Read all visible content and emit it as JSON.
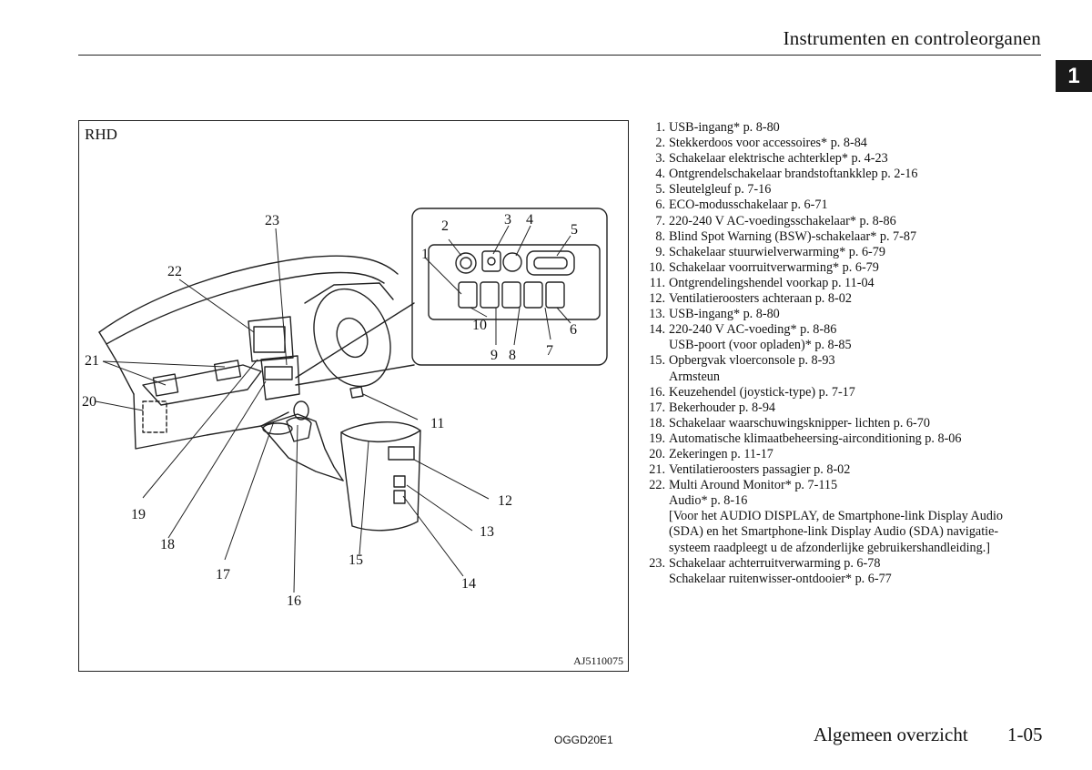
{
  "header": {
    "title": "Instrumenten en controleorganen",
    "chapter": "1"
  },
  "figure": {
    "label": "RHD",
    "code": "AJ5110075",
    "callouts": [
      "1",
      "2",
      "3",
      "4",
      "5",
      "6",
      "7",
      "8",
      "9",
      "10",
      "11",
      "12",
      "13",
      "14",
      "15",
      "16",
      "17",
      "18",
      "19",
      "20",
      "21",
      "22",
      "23"
    ]
  },
  "legend": [
    {
      "num": "1.",
      "lines": [
        "USB-ingang* p. 8-80"
      ]
    },
    {
      "num": "2.",
      "lines": [
        "Stekkerdoos voor accessoires* p. 8-84"
      ]
    },
    {
      "num": "3.",
      "lines": [
        "Schakelaar elektrische achterklep* p. 4-23"
      ]
    },
    {
      "num": "4.",
      "lines": [
        "Ontgrendelschakelaar brandstoftankklep p. 2-16"
      ]
    },
    {
      "num": "5.",
      "lines": [
        "Sleutelgleuf p. 7-16"
      ]
    },
    {
      "num": "6.",
      "lines": [
        "ECO-modusschakelaar p. 6-71"
      ]
    },
    {
      "num": "7.",
      "lines": [
        "220-240 V AC-voedingsschakelaar* p. 8-86"
      ]
    },
    {
      "num": "8.",
      "lines": [
        "Blind Spot Warning (BSW)-schakelaar* p. 7-87"
      ]
    },
    {
      "num": "9.",
      "lines": [
        "Schakelaar stuurwielverwarming* p. 6-79"
      ]
    },
    {
      "num": "10.",
      "lines": [
        "Schakelaar voorruitverwarming* p. 6-79"
      ]
    },
    {
      "num": "11.",
      "lines": [
        "Ontgrendelingshendel voorkap p. 11-04"
      ]
    },
    {
      "num": "12.",
      "lines": [
        "Ventilatieroosters achteraan p. 8-02"
      ]
    },
    {
      "num": "13.",
      "lines": [
        "USB-ingang* p. 8-80"
      ]
    },
    {
      "num": "14.",
      "lines": [
        "220-240 V AC-voeding* p. 8-86",
        "USB-poort (voor opladen)* p. 8-85"
      ]
    },
    {
      "num": "15.",
      "lines": [
        "Opbergvak vloerconsole p. 8-93",
        "Armsteun"
      ]
    },
    {
      "num": "16.",
      "lines": [
        "Keuzehendel (joystick-type) p. 7-17"
      ]
    },
    {
      "num": "17.",
      "lines": [
        "Bekerhouder p. 8-94"
      ]
    },
    {
      "num": "18.",
      "lines": [
        "Schakelaar waarschuwingsknipper- lichten p. 6-70"
      ]
    },
    {
      "num": "19.",
      "lines": [
        "Automatische klimaatbeheersing-airconditioning p. 8-06"
      ]
    },
    {
      "num": "20.",
      "lines": [
        "Zekeringen p. 11-17"
      ]
    },
    {
      "num": "21.",
      "lines": [
        "Ventilatieroosters passagier p. 8-02"
      ]
    },
    {
      "num": "22.",
      "lines": [
        "Multi Around Monitor* p. 7-115",
        "Audio* p. 8-16",
        "[Voor het AUDIO DISPLAY, de Smartphone-link Display Audio",
        "(SDA) en het Smartphone-link Display Audio (SDA) navigatie-",
        "systeem raadpleegt u de afzonderlijke gebruikershandleiding.]"
      ]
    },
    {
      "num": "23.",
      "lines": [
        "Schakelaar achterruitverwarming p. 6-78",
        "Schakelaar ruitenwisser-ontdooier* p. 6-77"
      ]
    }
  ],
  "footer": {
    "code": "OGGD20E1",
    "section": "Algemeen overzicht",
    "page": "1-05"
  }
}
